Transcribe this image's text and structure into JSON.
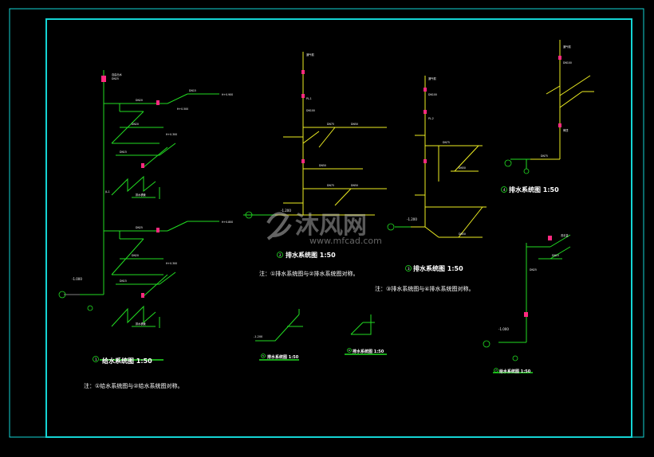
{
  "colors": {
    "frame": "#14d4d4",
    "supply": "#22dd22",
    "drain": "#eeee22",
    "accent": "#ff2a80",
    "text": "#ffffff"
  },
  "icons": [
    "circle-marker-icon",
    "logo-icon"
  ],
  "diagrams": {
    "supply_main": {
      "index": "1",
      "title": "给水系统图 1:50",
      "note": "注：①给水系统图与②给水系统图对称。",
      "level_label": "-1.000",
      "pipe_labels": [
        "DN25",
        "DN20",
        "DN15",
        "DN20",
        "DN15",
        "DN25",
        "DN20",
        "DN15"
      ],
      "elev_labels": [
        "H+0.900",
        "H+0.500",
        "H+0.800",
        "H+0.300",
        "H+0.300"
      ],
      "text_labels": [
        "JL-1",
        "排水横管",
        "排水横管",
        "自由出水"
      ]
    },
    "drain_mid": {
      "index": "2",
      "title": "排水系统图 1:50",
      "note": "注：①排水系统图与②排水系统图对称。",
      "level_label": "-1.200",
      "pipe_labels": [
        "DN100",
        "DN75",
        "DN50",
        "DN50",
        "DN75",
        "DN50"
      ],
      "text_labels": [
        "通气帽",
        "PL-1"
      ]
    },
    "drain_right": {
      "index": "3",
      "title": "排水系统图 1:50",
      "note": "注：③排水系统图与④排水系统图对称。",
      "level_label": "-1.200",
      "pipe_labels": [
        "DN100",
        "DN75",
        "DN50",
        "DN50"
      ],
      "text_labels": [
        "通气帽",
        "PL-2"
      ]
    },
    "drain_far_right": {
      "index": "4",
      "title": "排水系统图 1:50",
      "pipe_labels": [
        "DN100",
        "DN75"
      ],
      "text_labels": [
        "通气帽",
        "伸顶"
      ]
    },
    "small_a": {
      "index": "5",
      "title": "排水系统图 1:50",
      "level_label": "-1.200"
    },
    "small_b": {
      "index": "6",
      "title": "排水系统图 1:50"
    },
    "supply_small": {
      "index": "7",
      "title": "给水系统图 1:50",
      "level_label": "-1.000",
      "text_labels": [
        "DN25",
        "洗手盆",
        "DN15"
      ]
    }
  },
  "watermark": {
    "name": "沐风网",
    "url": "www.mfcad.com"
  }
}
